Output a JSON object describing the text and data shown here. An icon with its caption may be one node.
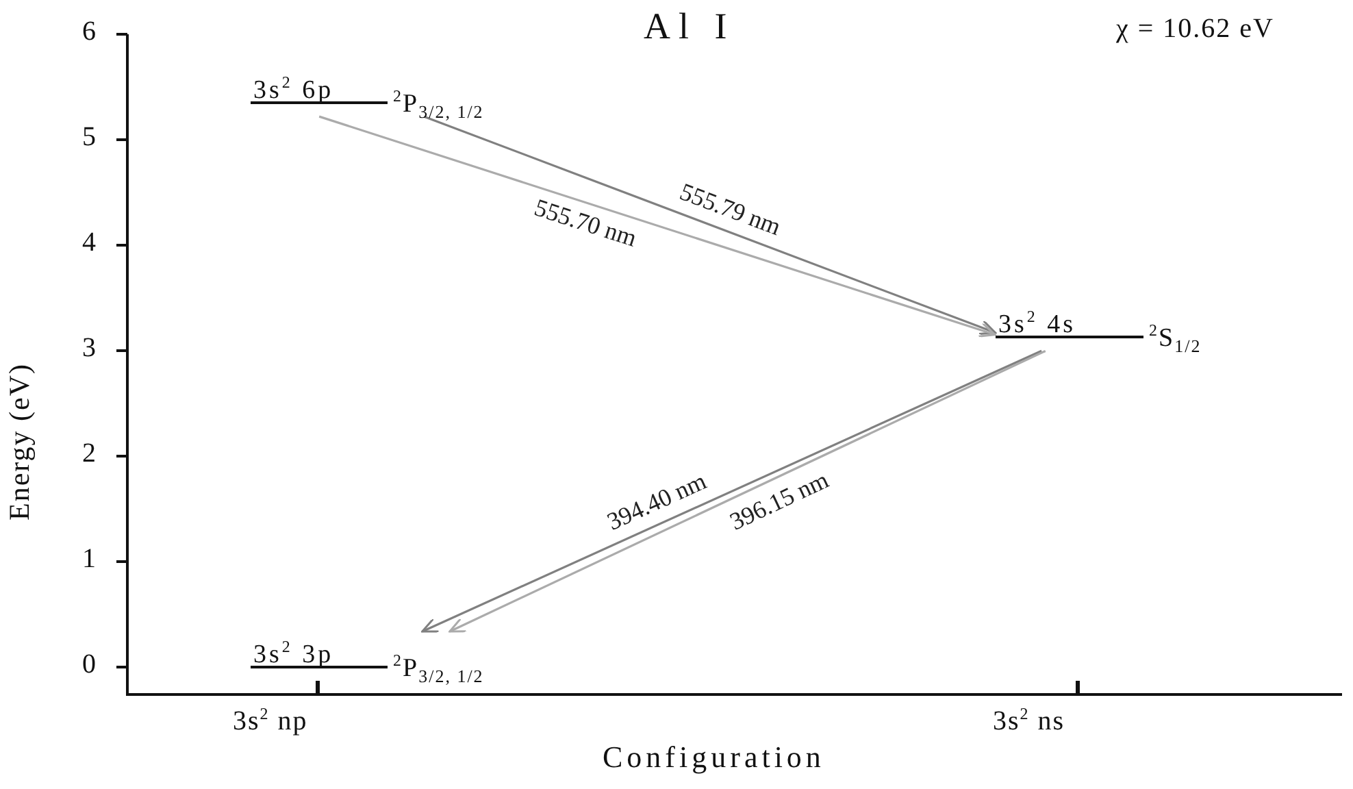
{
  "diagram": {
    "title": "Al I",
    "nodes": [
      {
        "text": [
          "3s$^{2}$ 6p",
          "$^{2}$P$_{3/2, 1/2}$"
        ]
      },
      {
        "text": [
          "3s$^{2}$ 4s",
          "$^{2}$S$_{1/2}$"
        ]
      },
      {
        "text": [
          "3s$^{2}$ 3p",
          "$^{2}$P$_{3/2, 1/2}$"
        ]
      }
    ],
    "edges": [
      {
        "from": 0,
        "to": 1,
        "arrow": "to",
        "label": "555.79 nm"
      },
      {
        "from": 0,
        "to": 1,
        "arrow": "to",
        "label": "555.70 nm",
        "color": "#ababab"
      },
      {
        "from": 1,
        "to": 2,
        "arrow": "to",
        "label": "394.40 nm"
      },
      {
        "from": 1,
        "to": 2,
        "arrow": "to",
        "label": "396.15 nm",
        "color": "#ababab"
      }
    ],
    "labels": [
      "χ = 10.62 eV",
      "6",
      "5",
      "4",
      "3",
      "2",
      "1",
      "0",
      "Energy (eV)",
      "3s$^{2}$ np",
      "3s$^{2}$ ns",
      "Configuration"
    ]
  }
}
